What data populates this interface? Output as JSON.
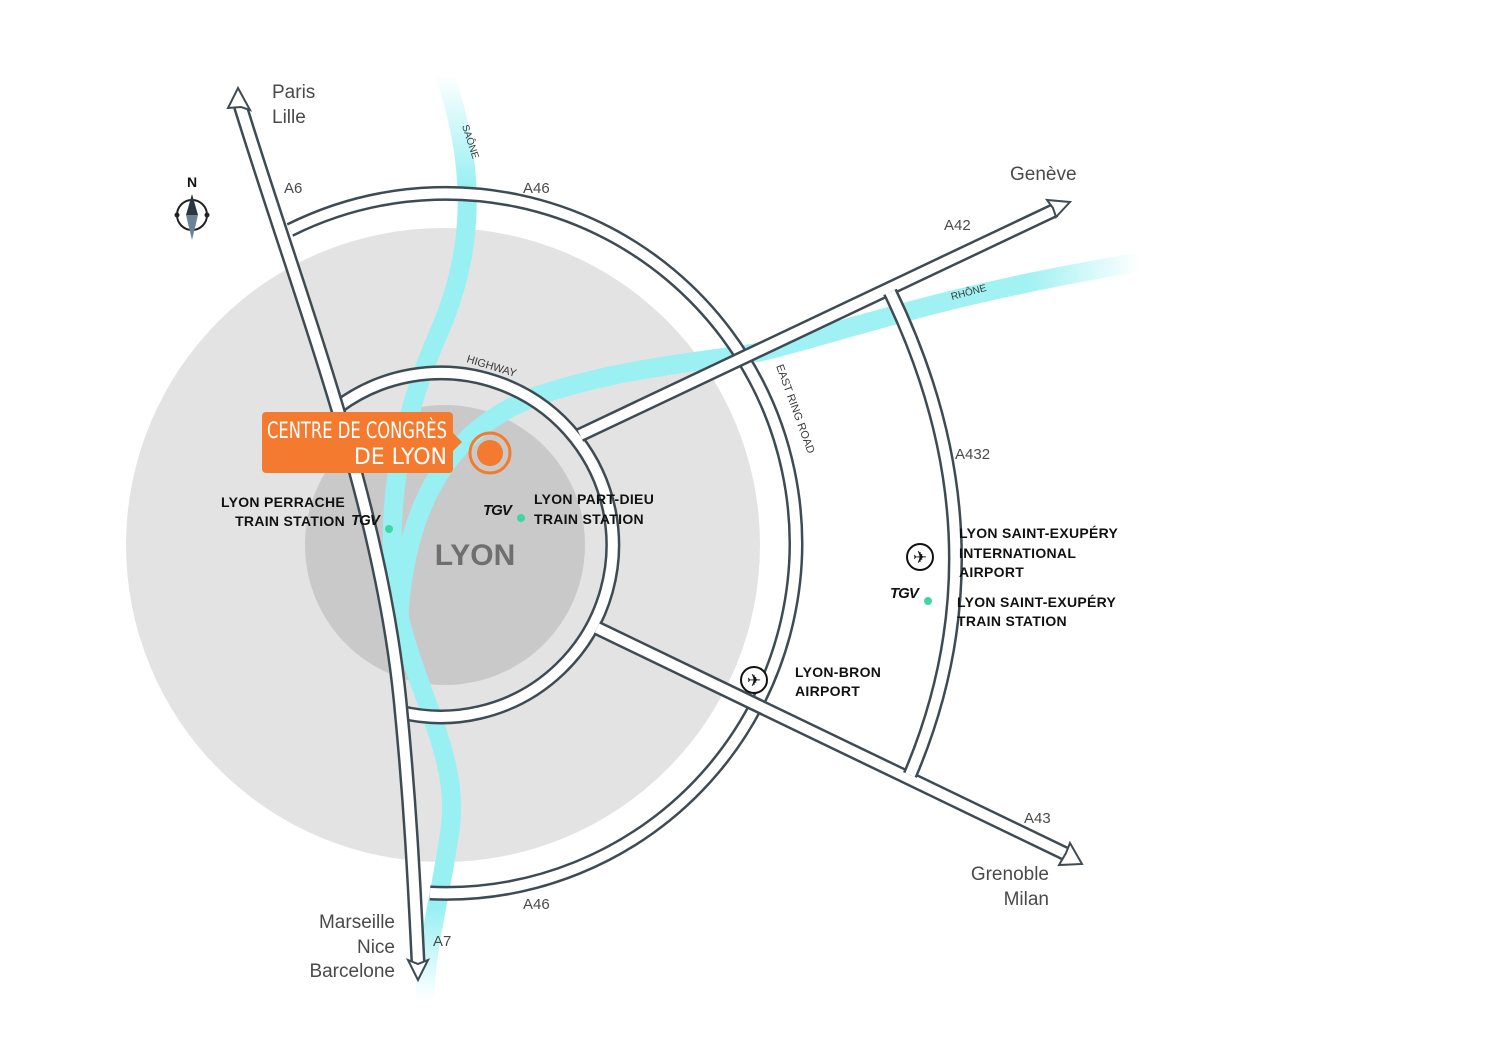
{
  "colors": {
    "accent": "#f47a2f",
    "river": "#98f0f3",
    "road": "#3f4b53",
    "outer_zone": "#e3e3e3",
    "inner_zone": "#c9c9c9",
    "station_dot": "#3fd6a6"
  },
  "compass": {
    "label": "N"
  },
  "destinations": {
    "north": [
      "Paris",
      "Lille"
    ],
    "east": "Genève",
    "southeast": [
      "Grenoble",
      "Milan"
    ],
    "south": [
      "Marseille",
      "Nice",
      "Barcelone"
    ]
  },
  "roads": {
    "a6": "A6",
    "a7": "A7",
    "a46_top": "A46",
    "a46_bottom": "A46",
    "a42": "A42",
    "a43": "A43",
    "a432": "A432",
    "highway": "HIGHWAY",
    "east_ring": "EAST RING ROAD"
  },
  "rivers": {
    "saone": "SAÔNE",
    "rhone": "RHÔNE"
  },
  "venue": {
    "line1": "CENTRE DE CONGRÈS",
    "line2": "DE LYON"
  },
  "city": "LYON",
  "tgv_logo": "TGV",
  "pois": {
    "perrache": [
      "LYON PERRACHE",
      "TRAIN STATION"
    ],
    "partdieu": [
      "LYON PART-DIEU",
      "TRAIN STATION"
    ],
    "stex_airport": [
      "LYON SAINT-EXUPÉRY",
      "INTERNATIONAL",
      "AIRPORT"
    ],
    "stex_station": [
      "LYON SAINT-EXUPÉRY",
      "TRAIN STATION"
    ],
    "bron": [
      "LYON-BRON",
      "AIRPORT"
    ]
  }
}
